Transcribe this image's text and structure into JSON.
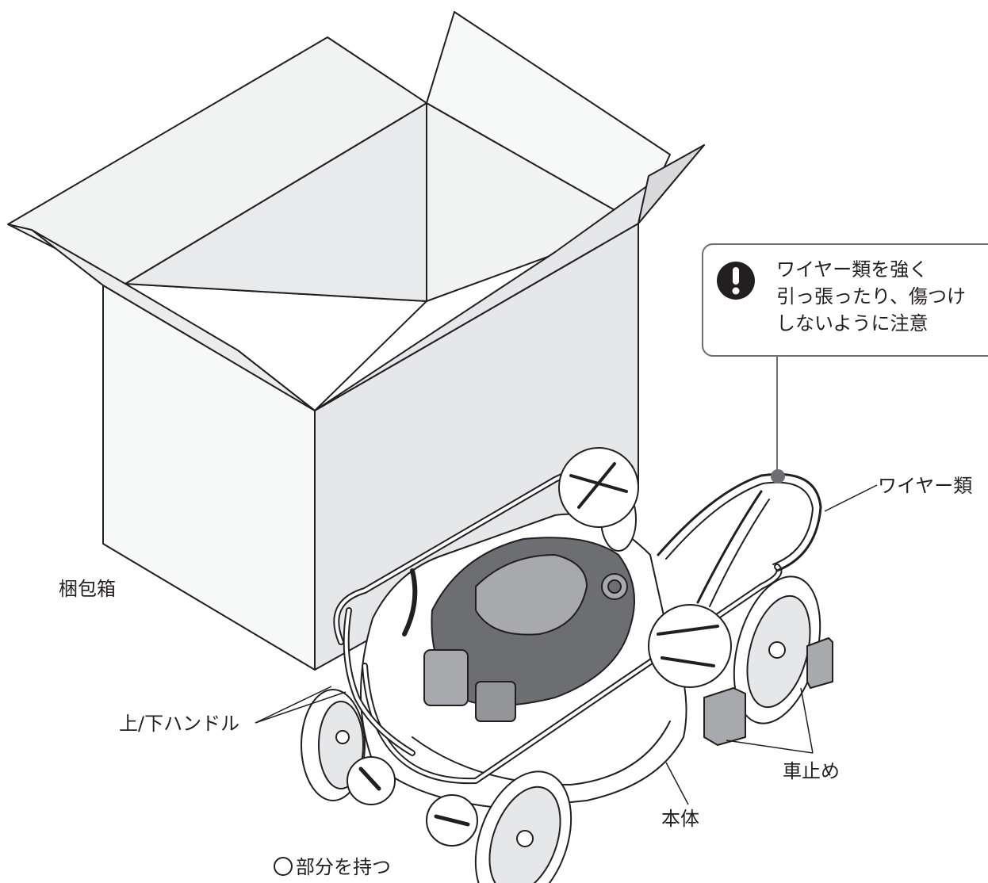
{
  "labels": {
    "box": "梱包箱",
    "handle": "上/下ハンドル",
    "hold_parts": "部分を持つ",
    "wires": "ワイヤー類",
    "wheel_stoppers": "車止め",
    "body": "本体"
  },
  "warning": {
    "icon": "exclamation-icon",
    "lines": [
      "ワイヤー類を強く",
      "引っ張ったり、傷つけ",
      "しないように注意"
    ]
  },
  "colors": {
    "line": "#231f20",
    "box_shade": "#e6e7e8",
    "box_front": "#f1f2f2",
    "stopper": "#a7a9ac",
    "callout": "#6d6e71"
  }
}
